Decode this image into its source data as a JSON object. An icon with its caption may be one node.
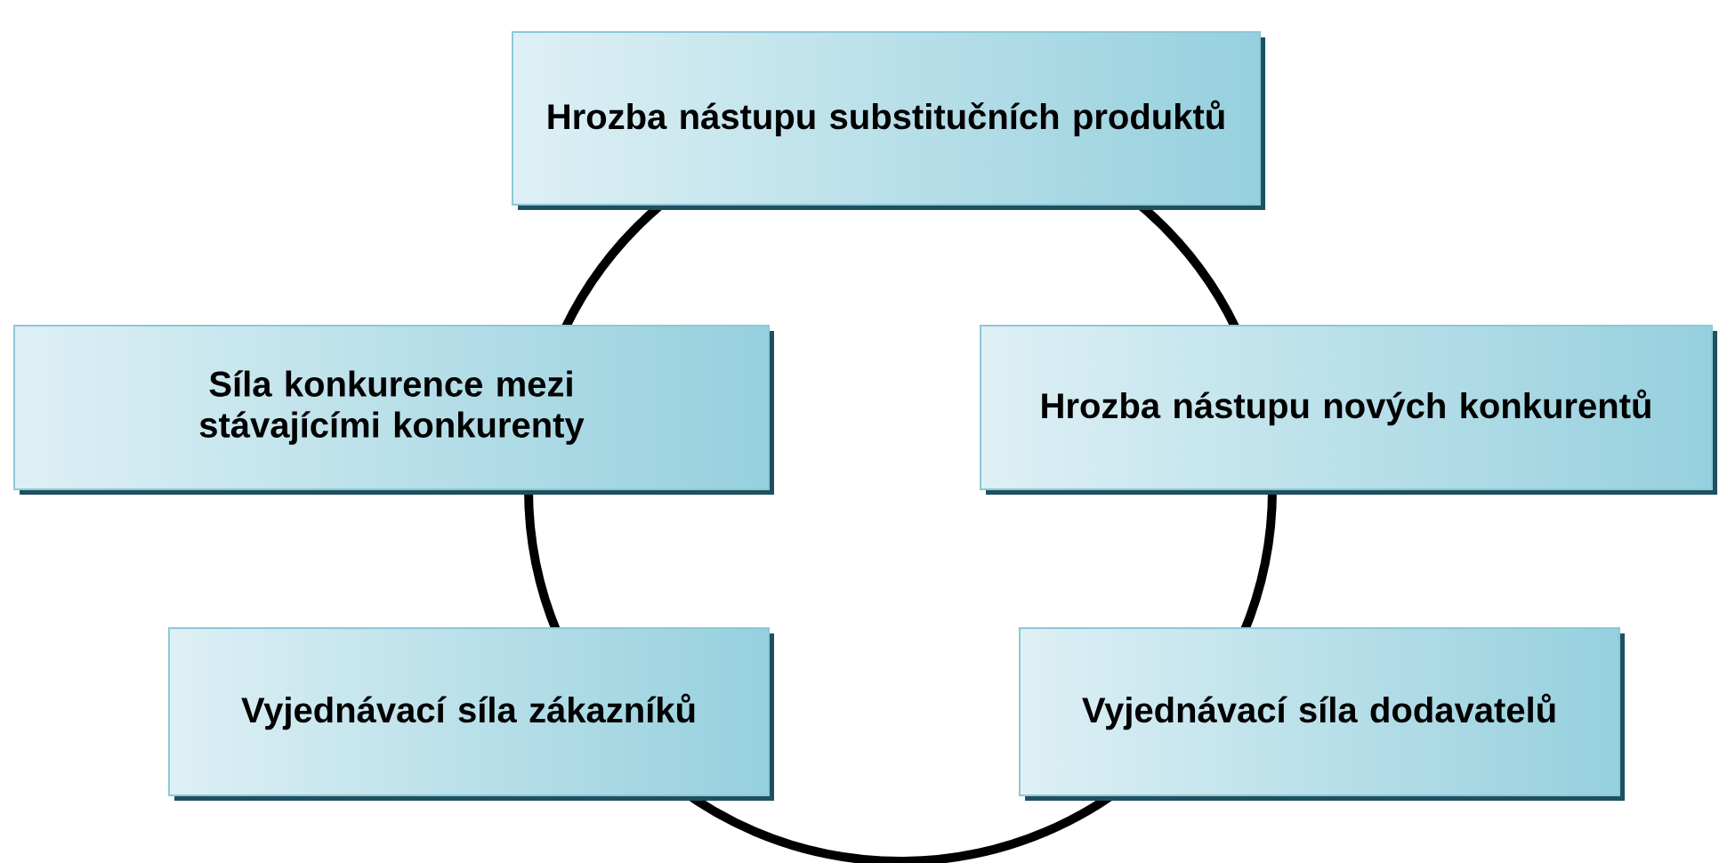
{
  "diagram": {
    "nodes": [
      {
        "text": [
          "Hrozba nástupu substitučních produktů"
        ]
      },
      {
        "text": [
          "Síla konkurence mezi stávajícími konkurenty"
        ]
      },
      {
        "text": [
          "Hrozba nástupu nových konkurentů"
        ]
      },
      {
        "text": [
          "Vyjednávací síla zákazníků"
        ]
      },
      {
        "text": [
          "Vyjednávací síla dodavatelů"
        ]
      }
    ]
  }
}
